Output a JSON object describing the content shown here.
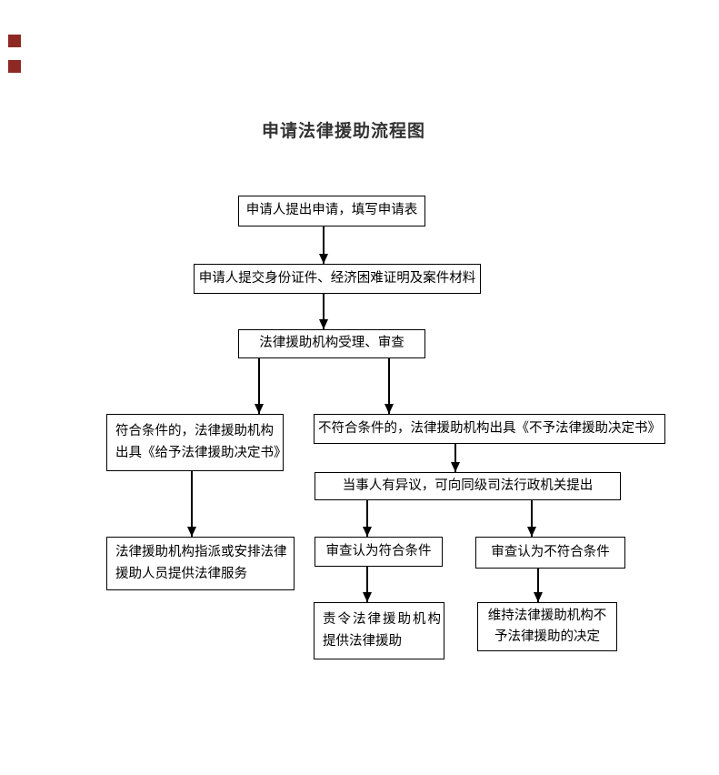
{
  "page": {
    "title": "申请法律援助流程图",
    "background": "#ffffff",
    "line_color": "#000000",
    "text_color": "#000000",
    "title_color": "#333333",
    "markers": [
      {
        "type": "square",
        "color": "#8e2823"
      },
      {
        "type": "square",
        "color": "#8e2823"
      }
    ]
  },
  "flowchart": {
    "nodes": {
      "apply": {
        "label": "申请人提出申请，填写申请表"
      },
      "submit": {
        "label": "申请人提交身份证件、经济困难证明及案件材料"
      },
      "accept": {
        "label": "法律援助机构受理、审查"
      },
      "grant": {
        "line1": "符合条件的，法律援助机构",
        "line2": "出具《给予法律援助决定书》"
      },
      "assign": {
        "line1": "法律援助机构指派或安排法律",
        "line2": "援助人员提供法律服务"
      },
      "deny": {
        "label": "不符合条件的，法律援助机构出具《不予法律援助决定书》"
      },
      "objection": {
        "label": "当事人有异议，可向同级司法行政机关提出"
      },
      "pass": {
        "label": "审查认为符合条件"
      },
      "fail": {
        "label": "审查认为不符合条件"
      },
      "order": {
        "line1": "责令法律援助机构",
        "line2": "提供法律援助"
      },
      "uphold": {
        "line1": "维持法律援助机构不",
        "line2": "予法律援助的决定"
      }
    },
    "edges": [
      {
        "from": "apply",
        "to": "submit"
      },
      {
        "from": "submit",
        "to": "accept"
      },
      {
        "from": "accept",
        "to": "grant"
      },
      {
        "from": "accept",
        "to": "deny"
      },
      {
        "from": "grant",
        "to": "assign"
      },
      {
        "from": "deny",
        "to": "objection"
      },
      {
        "from": "objection",
        "to": "pass"
      },
      {
        "from": "objection",
        "to": "fail"
      },
      {
        "from": "pass",
        "to": "order"
      },
      {
        "from": "fail",
        "to": "uphold"
      }
    ]
  }
}
